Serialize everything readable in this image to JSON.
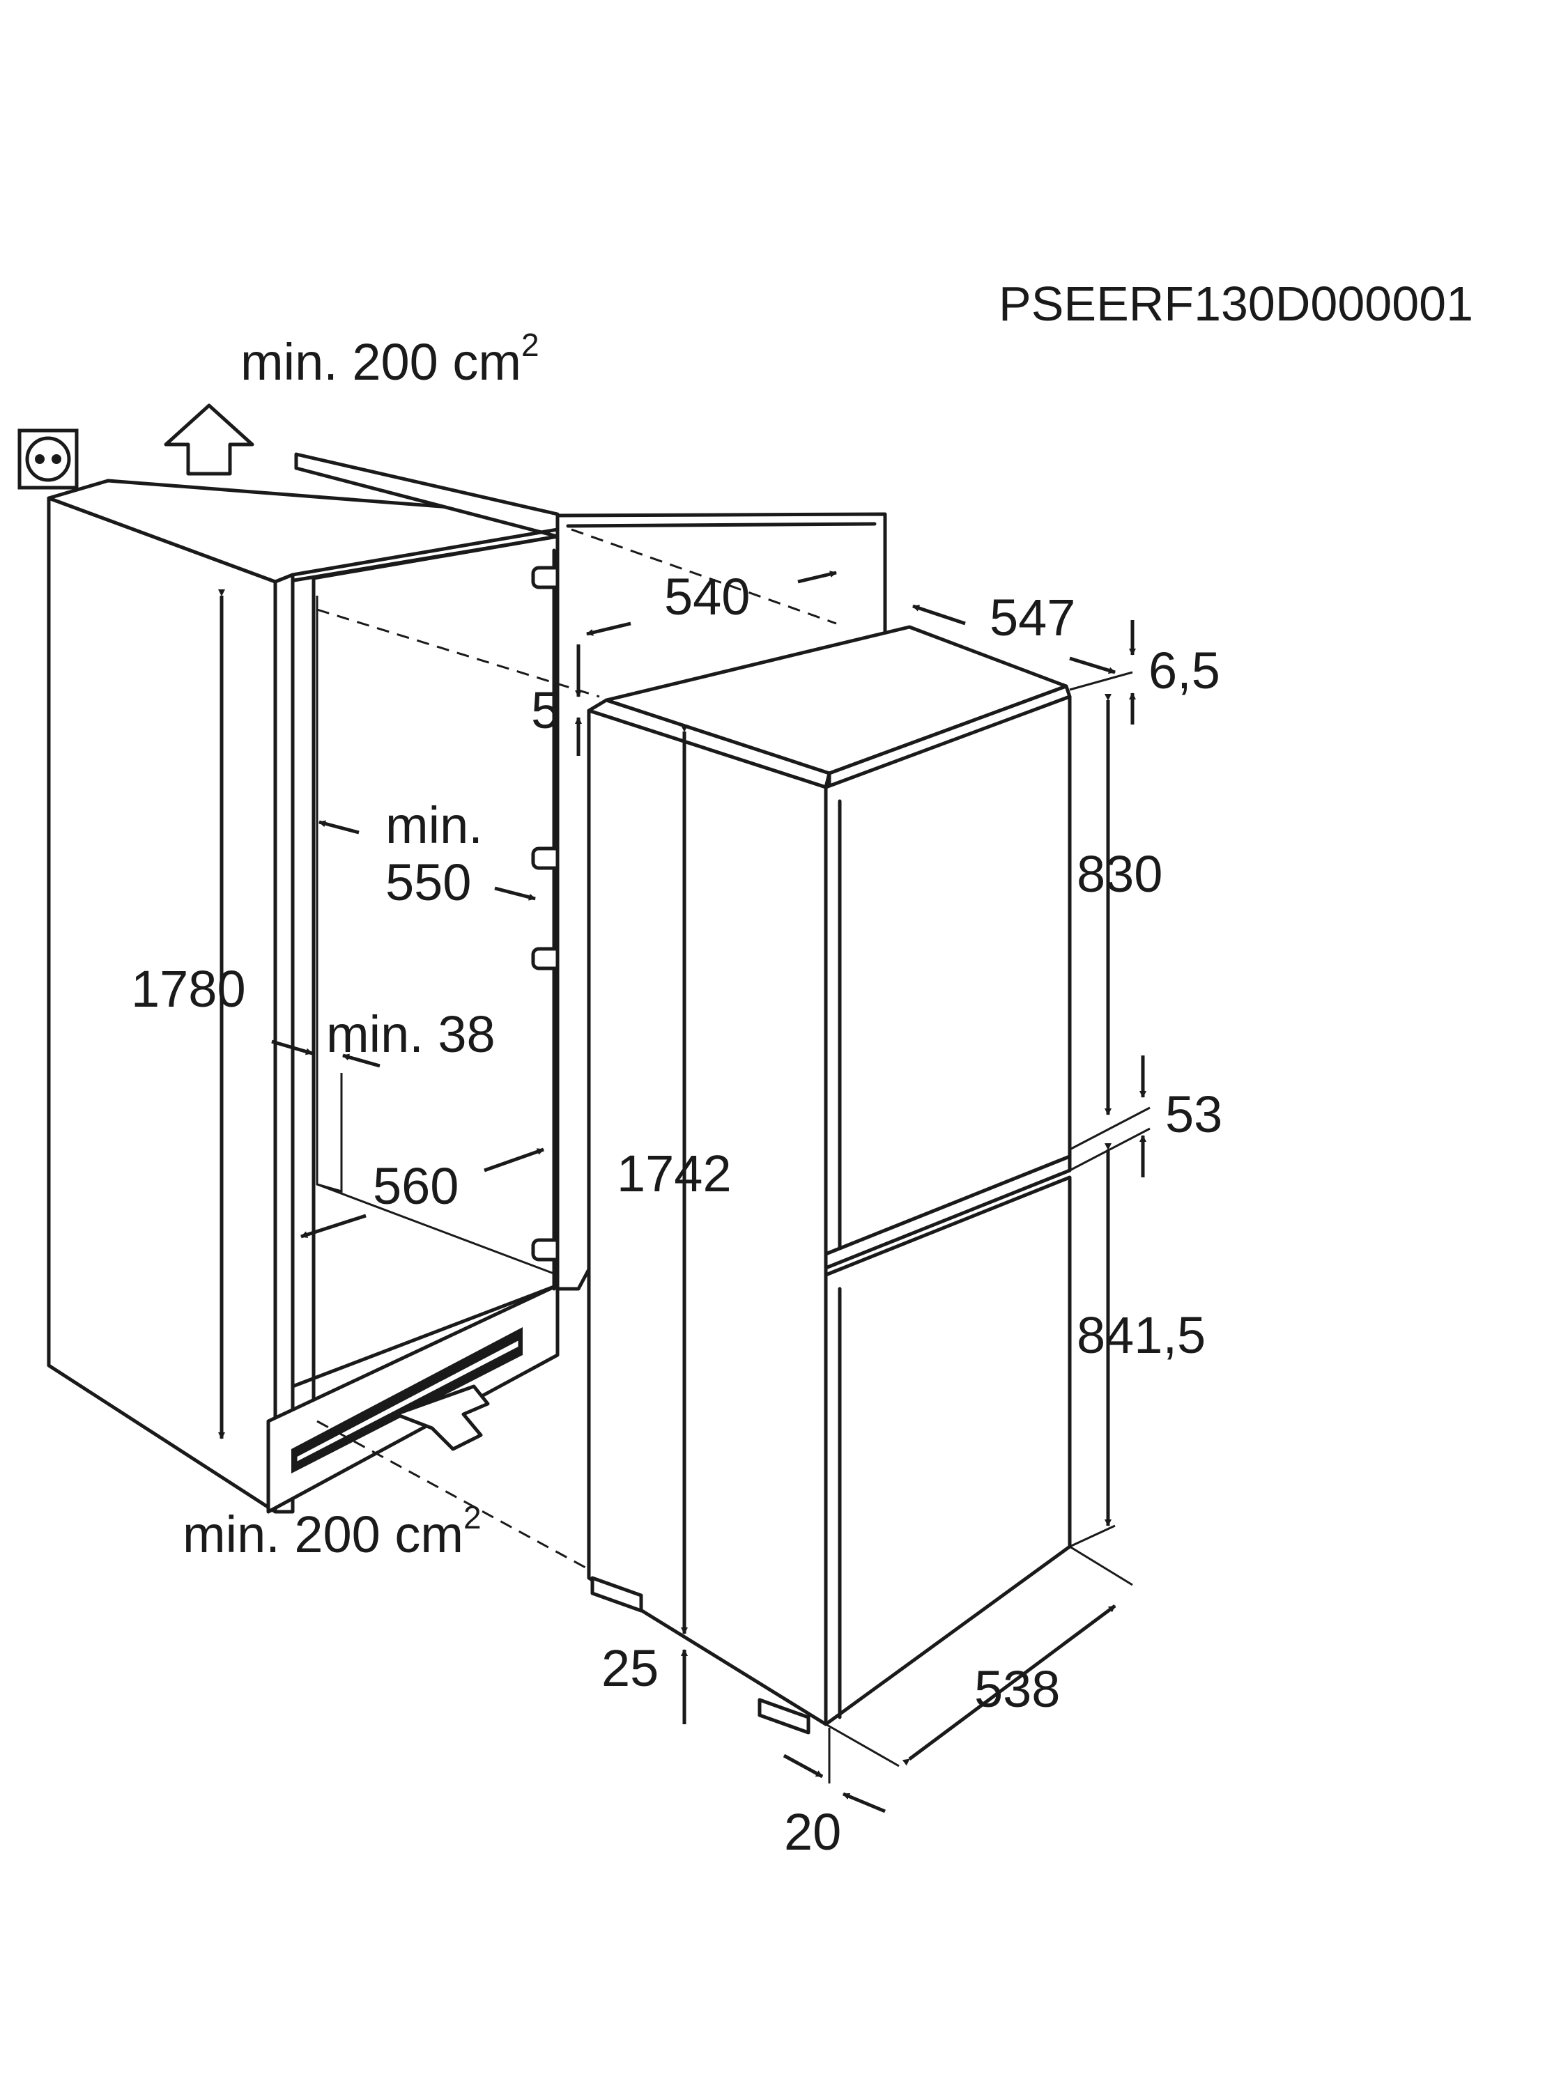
{
  "doc_code": "PSEERF130D000001",
  "vent_top": {
    "value": "min. 200 cm",
    "sup": "2"
  },
  "vent_bottom": {
    "value": "min. 200 cm",
    "sup": "2"
  },
  "niche": {
    "height": "1780",
    "depth_min_line1": "min.",
    "depth_min_line2": "550",
    "side_gap": "min. 38",
    "width": "560"
  },
  "appliance": {
    "top_depth": "540",
    "door_depth": "547",
    "top_offset": "6,5",
    "top_gap": "5",
    "upper_door_height": "830",
    "door_gap": "53",
    "lower_door_height": "841,5",
    "body_height": "1742",
    "base_height": "25",
    "width": "538",
    "door_offset": "20"
  },
  "icons": [
    "power-socket-icon",
    "airflow-up-arrow-icon",
    "airflow-in-arrow-icon"
  ]
}
